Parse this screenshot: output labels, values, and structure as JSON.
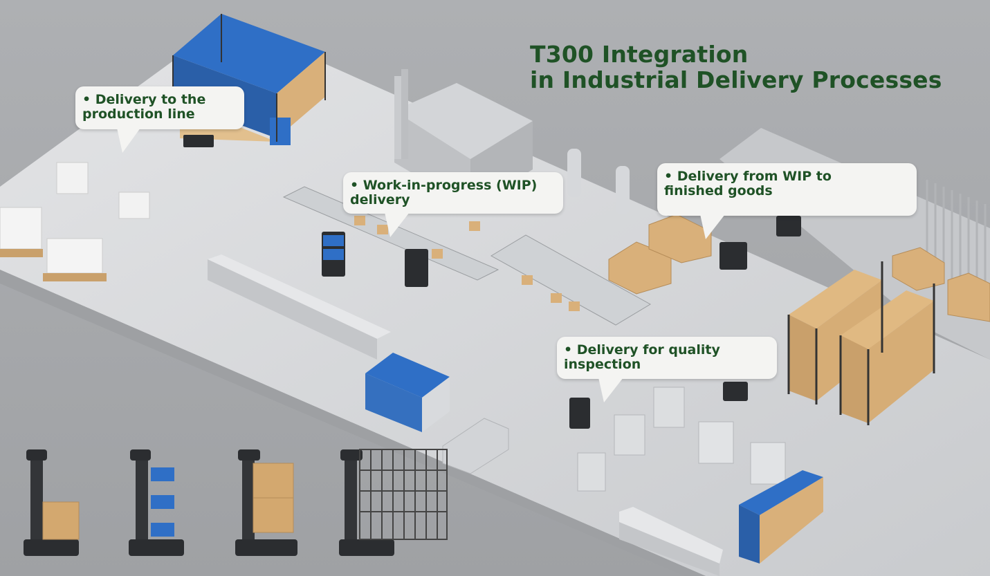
{
  "title": {
    "line1": "T300 Integration",
    "line2": "in Industrial Delivery Processes"
  },
  "callouts": [
    {
      "line1": "• Delivery to the",
      "line2": "production line"
    },
    {
      "line1": "• Work-in-progress (WIP)",
      "line2": "delivery"
    },
    {
      "line1": "• Delivery from WIP to",
      "line2": "finished goods"
    },
    {
      "line1": "• Delivery for quality",
      "line2": "inspection"
    }
  ],
  "colors": {
    "title_green": "#1f5226",
    "floor": "#d6d8da",
    "background": "#a9abae",
    "crate_blue": "#2f6fc6",
    "box_tan": "#d9b07a"
  }
}
